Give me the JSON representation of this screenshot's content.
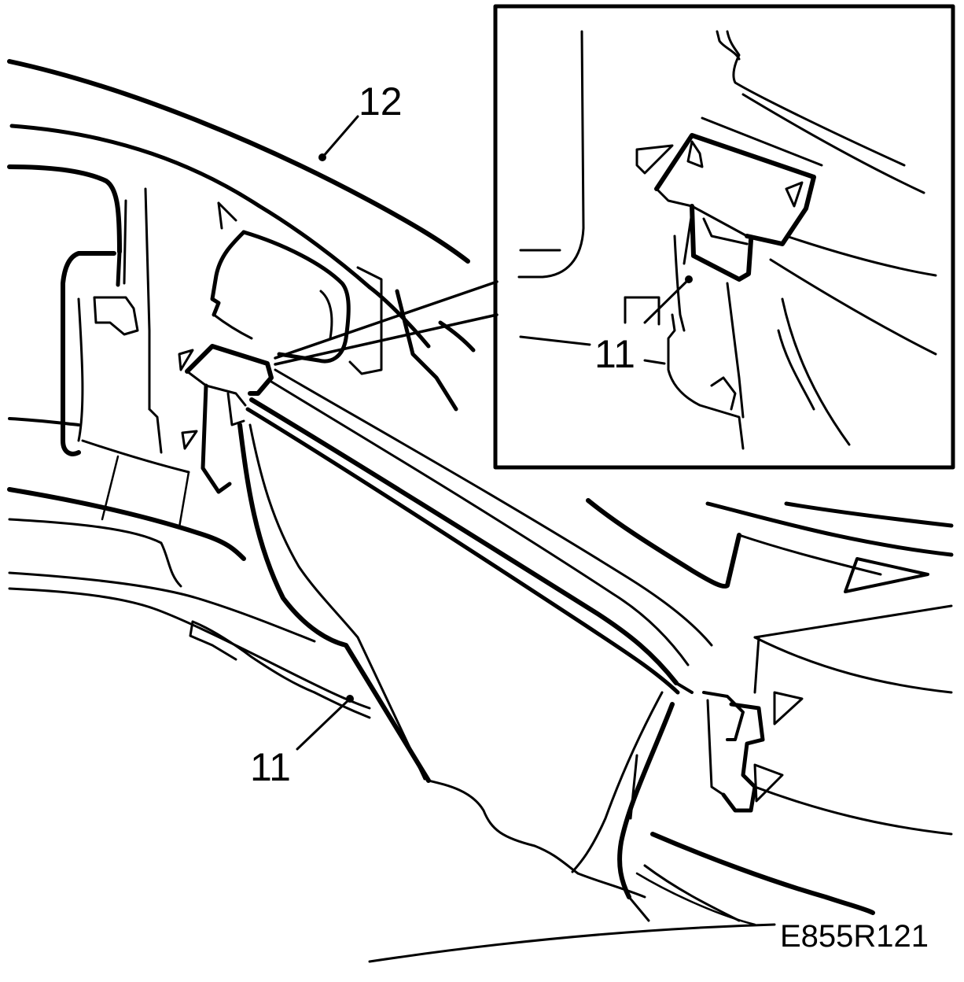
{
  "labels": {
    "part_12": "12",
    "part_11_main": "11",
    "part_11_inset": "11",
    "drawing_code": "E855R121"
  },
  "colors": {
    "ink": "#000000",
    "paper": "#ffffff"
  }
}
